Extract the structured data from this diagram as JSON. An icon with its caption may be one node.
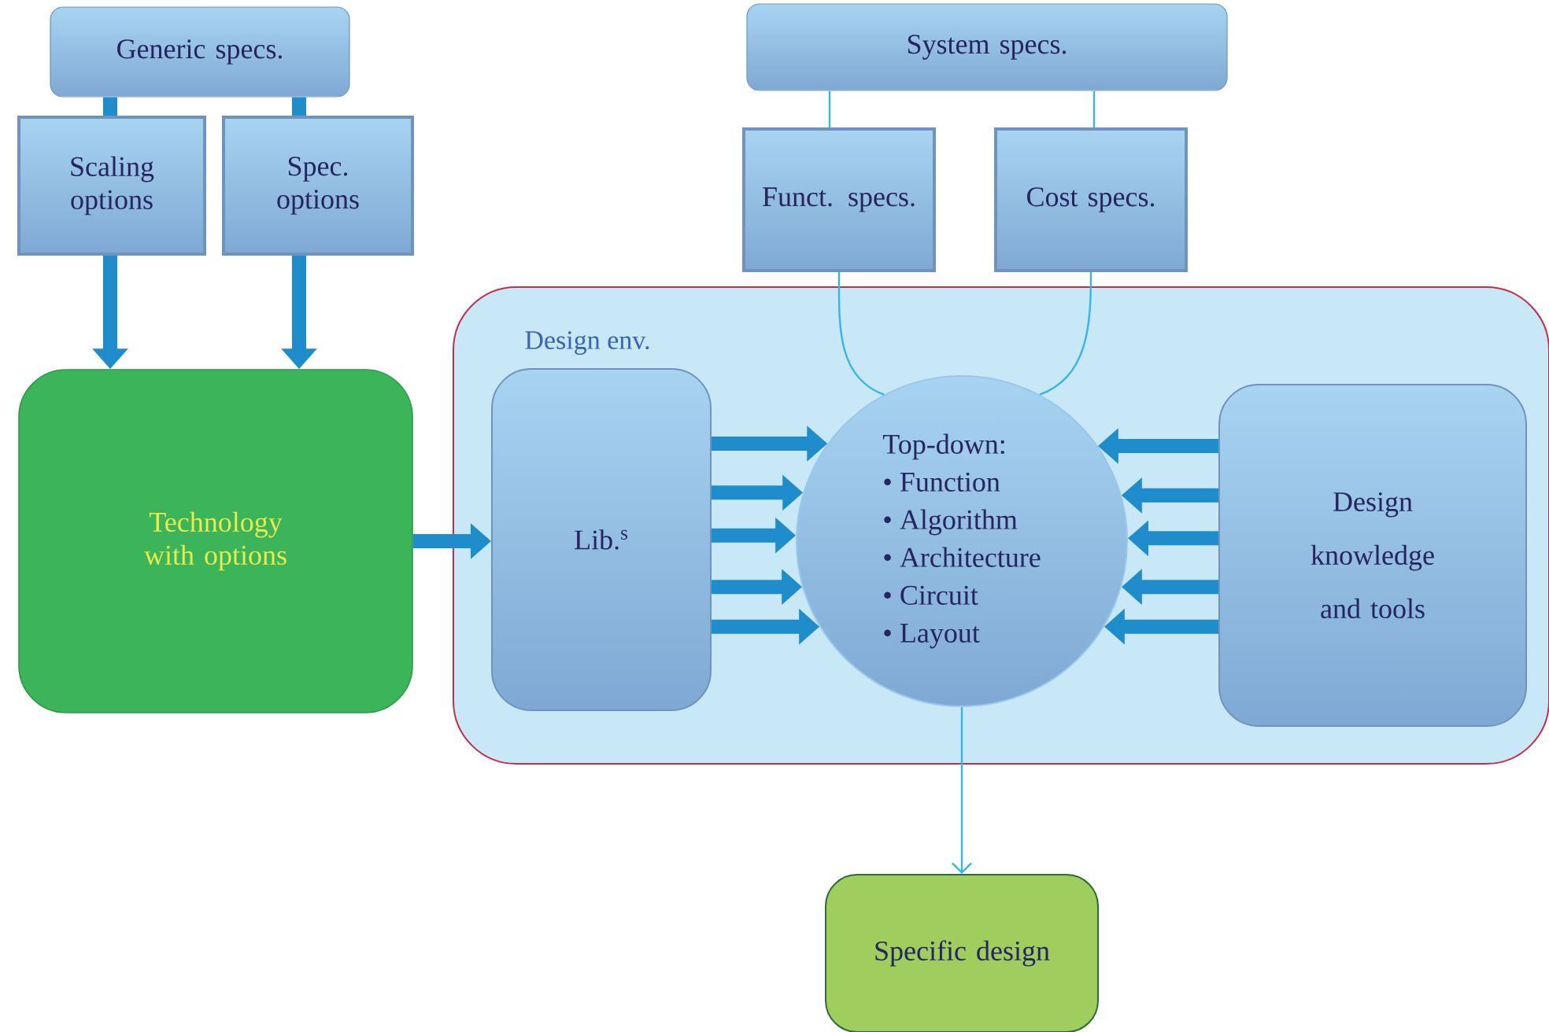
{
  "diagram": {
    "nodes": [
      {
        "text": [
          "Generic specs."
        ]
      },
      {
        "text": [
          "Scaling options"
        ]
      },
      {
        "text": [
          "Spec. options"
        ]
      },
      {
        "text": [
          "System specs."
        ]
      },
      {
        "text": [
          "Funct. specs."
        ]
      },
      {
        "text": [
          "Cost specs."
        ]
      },
      {
        "text": [
          "Technology with options"
        ]
      },
      {
        "text": [
          "Design env."
        ]
      },
      {
        "text": [
          "Lib.$^{s}$"
        ],
        "in": 7
      },
      {
        "text": [
          "Top-down:",
          "• Function",
          "• Algorithm",
          "• Architecture",
          "• Circuit",
          "• Layout"
        ],
        "in": 7
      },
      {
        "text": [
          "Design knowledge and tools"
        ],
        "in": 7
      },
      {
        "text": [
          "Specific design"
        ]
      }
    ],
    "edges": [
      {
        "from": 0,
        "to": 1,
        "arrow": "none"
      },
      {
        "from": 0,
        "to": 2,
        "arrow": "none"
      },
      {
        "from": 1,
        "to": 6,
        "arrow": "to"
      },
      {
        "from": 2,
        "to": 6,
        "arrow": "to"
      },
      {
        "from": 3,
        "to": 4,
        "arrow": "none",
        "color": "#3ab4e6"
      },
      {
        "from": 3,
        "to": 5,
        "arrow": "none",
        "color": "#3ab4e6"
      },
      {
        "from": 4,
        "to": 9,
        "arrow": "none",
        "color": "#3ab4e6"
      },
      {
        "from": 5,
        "to": 9,
        "arrow": "none",
        "color": "#3ab4e6"
      },
      {
        "from": 6,
        "to": 8,
        "arrow": "to"
      },
      {
        "from": 8,
        "to": 9,
        "arrow": "to"
      },
      {
        "from": 8,
        "to": 9,
        "arrow": "to"
      },
      {
        "from": 8,
        "to": 9,
        "arrow": "to"
      },
      {
        "from": 8,
        "to": 9,
        "arrow": "to"
      },
      {
        "from": 8,
        "to": 9,
        "arrow": "to"
      },
      {
        "from": 10,
        "to": 9,
        "arrow": "to"
      },
      {
        "from": 10,
        "to": 9,
        "arrow": "to"
      },
      {
        "from": 10,
        "to": 9,
        "arrow": "to"
      },
      {
        "from": 10,
        "to": 9,
        "arrow": "to"
      },
      {
        "from": 10,
        "to": 9,
        "arrow": "to"
      },
      {
        "from": 9,
        "to": 11,
        "arrow": "to",
        "color": "#3ab4e6"
      }
    ]
  }
}
